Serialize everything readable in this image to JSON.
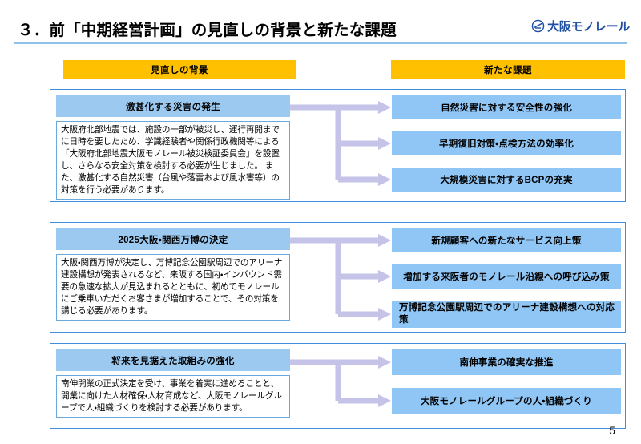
{
  "slide": {
    "title": "３．前「中期経営計画」の見直しの背景と新たな課題",
    "page_number": "5",
    "logo_text": "大阪モノレール",
    "colors": {
      "accent_blue": "#3f8edc",
      "header_orange": "#ffc000",
      "issue_blue": "#8fc6f5",
      "cause_head_blue": "#9cc9f0",
      "connector_lavender": "#c5c3e8",
      "logo_blue": "#1f4fa3",
      "title_rule": "#8fc0ea"
    }
  },
  "columns": {
    "left_header": "見直しの背景",
    "right_header": "新たな課題"
  },
  "sections": [
    {
      "cause_title": "激甚化する災害の発生",
      "cause_body": "大阪府北部地震では、施設の一部が被災し、運行再開までに日時を要したため、学識経験者や関係行政機関等による「大阪府北部地震大阪モノレール被災検証委員会」を設置し、さらなる安全対策を検討する必要が生じました。\nまた、激甚化する自然災害（台風や落雷および風水害等）の対策を行う必要があります。",
      "issues": [
        {
          "text": "自然災害に対する安全性の強化",
          "align": "center"
        },
        {
          "text": "早期復旧対策・点検方法の効率化",
          "align": "center"
        },
        {
          "text": "大規模災害に対するBCPの充実",
          "align": "center"
        }
      ]
    },
    {
      "cause_title": "2025大阪・関西万博の決定",
      "cause_body": "大阪・関西万博が決定し、万博記念公園駅周辺でのアリーナ建設構想が発表されるなど、来阪する国内・インバウンド需要の急速な拡大が見込まれるとともに、初めてモノレールにご乗車いただくお客さまが増加することで、その対策を講じる必要があります。",
      "issues": [
        {
          "text": "新規顧客への新たなサービス向上策",
          "align": "center"
        },
        {
          "text": "増加する来阪者のモノレール沿線への呼び込み策",
          "align": "center"
        },
        {
          "text": "万博記念公園駅周辺でのアリーナ建設構想への対応策",
          "align": "left"
        }
      ]
    },
    {
      "cause_title": "将来を見据えた取組みの強化",
      "cause_body": "南伸開業の正式決定を受け、事業を着実に進めることと、開業に向けた人材確保・人材育成など、大阪モノレールグループで人・組織づくりを検討する必要があります。",
      "issues": [
        {
          "text": "南伸事業の確実な推進",
          "align": "center"
        },
        {
          "text": "大阪モノレールグループの人・組織づくり",
          "align": "center"
        }
      ]
    }
  ]
}
